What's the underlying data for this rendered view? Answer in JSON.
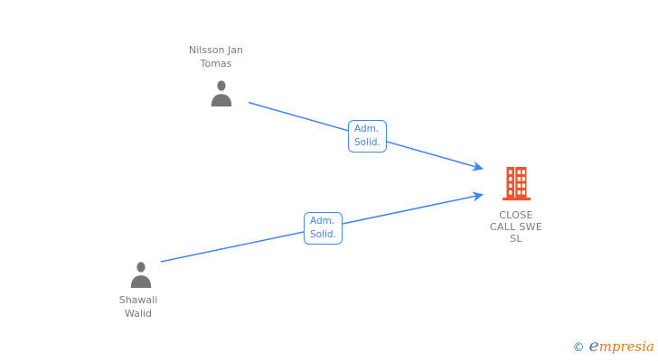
{
  "diagram": {
    "nodes": {
      "person1": {
        "type": "person",
        "name_line1": "Nilsson Jan",
        "name_line2": "Tomas"
      },
      "person2": {
        "type": "person",
        "name_line1": "Shawali",
        "name_line2": "Walid"
      },
      "company": {
        "type": "company",
        "name_line1": "CLOSE",
        "name_line2": "CALL SWE",
        "name_line3": "SL"
      }
    },
    "edges": {
      "edge1": {
        "from": "Nilsson Jan Tomas",
        "to": "CLOSE CALL SWE SL",
        "label_line1": "Adm.",
        "label_line2": "Solid."
      },
      "edge2": {
        "from": "Shawali Walid",
        "to": "CLOSE CALL SWE SL",
        "label_line1": "Adm.",
        "label_line2": "Solid."
      }
    },
    "colors": {
      "edge_blue": "#4285f4",
      "edge_label_border": "#4a86e8",
      "person_icon_gray": "#757575",
      "node_text_gray": "#7b7b7b",
      "building_orange": "#f4512c"
    }
  },
  "watermark": {
    "copyright_symbol": "©",
    "brand_initial": "e",
    "brand_rest": "mpresia"
  }
}
